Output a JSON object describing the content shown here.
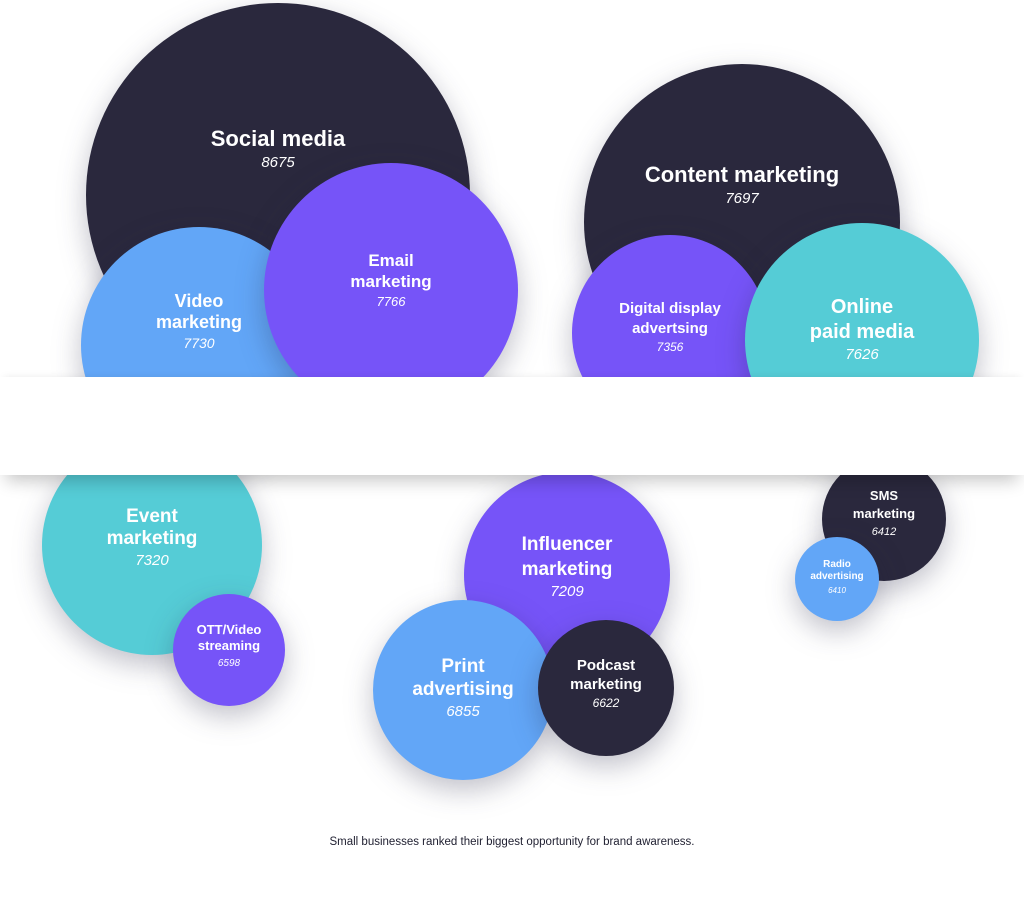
{
  "chart_data": {
    "type": "bubble",
    "caption": "Small businesses ranked their biggest opportunity for brand awareness.",
    "colors": {
      "navy": "#2a283d",
      "purple": "#7654f8",
      "blue": "#62a6f7",
      "teal": "#55ccd6"
    },
    "items": [
      {
        "id": "social-media",
        "lines": [
          "Social media"
        ],
        "value": "8675",
        "color": "navy"
      },
      {
        "id": "video-marketing",
        "lines": [
          "Video",
          "marketing"
        ],
        "value": "7730",
        "color": "blue"
      },
      {
        "id": "email-marketing",
        "lines": [
          "Email",
          "marketing"
        ],
        "value": "7766",
        "color": "purple"
      },
      {
        "id": "content-marketing",
        "lines": [
          "Content marketing"
        ],
        "value": "7697",
        "color": "navy"
      },
      {
        "id": "digital-display-advertising",
        "lines": [
          "Digital display",
          "advertsing"
        ],
        "value": "7356",
        "color": "purple"
      },
      {
        "id": "online-paid-media",
        "lines": [
          "Online",
          "paid media"
        ],
        "value": "7626",
        "color": "teal"
      },
      {
        "id": "event-marketing",
        "lines": [
          "Event",
          "marketing"
        ],
        "value": "7320",
        "color": "teal"
      },
      {
        "id": "ott-video-streaming",
        "lines": [
          "OTT/Video",
          "streaming"
        ],
        "value": "6598",
        "color": "purple"
      },
      {
        "id": "influencer-marketing",
        "lines": [
          "Influencer",
          "marketing"
        ],
        "value": "7209",
        "color": "purple"
      },
      {
        "id": "print-advertising",
        "lines": [
          "Print",
          "advertising"
        ],
        "value": "6855",
        "color": "blue"
      },
      {
        "id": "podcast-marketing",
        "lines": [
          "Podcast",
          "marketing"
        ],
        "value": "6622",
        "color": "navy"
      },
      {
        "id": "sms-marketing",
        "lines": [
          "SMS",
          "marketing"
        ],
        "value": "6412",
        "color": "navy"
      },
      {
        "id": "radio-advertising",
        "lines": [
          "Radio",
          "advertising"
        ],
        "value": "6410",
        "color": "blue"
      }
    ]
  }
}
